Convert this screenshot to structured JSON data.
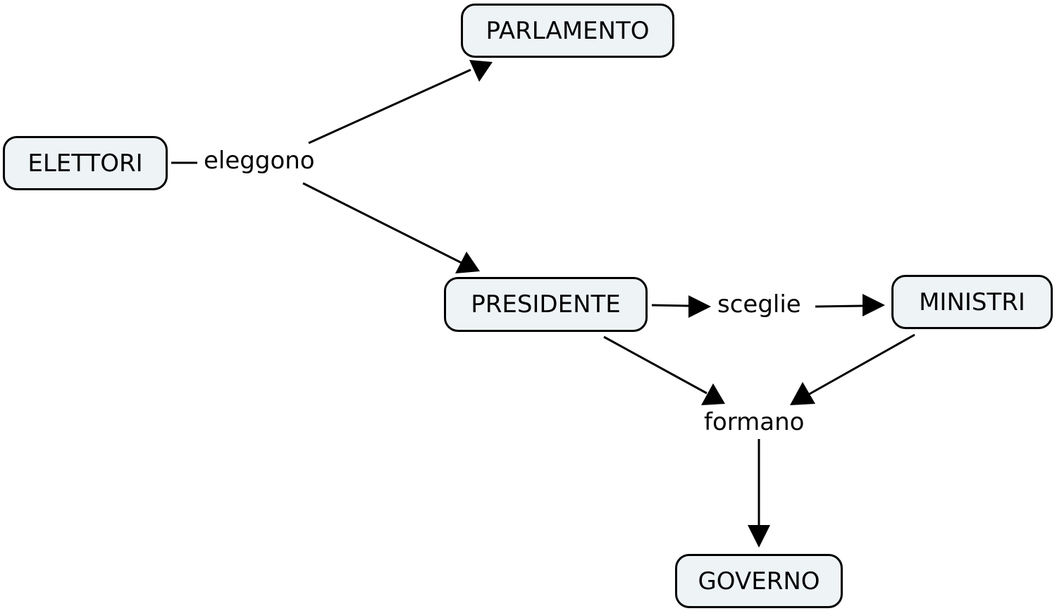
{
  "concepts": {
    "parlamento": "PARLAMENTO",
    "elettori": "ELETTORI",
    "presidente": "PRESIDENTE",
    "ministri": "MINISTRI",
    "governo": "GOVERNO"
  },
  "links": {
    "eleggono": "eleggono",
    "sceglie": "sceglie",
    "formano": "formano"
  },
  "colors": {
    "node_fill": "#eef3f6",
    "stroke": "#000000",
    "background": "#ffffff"
  }
}
